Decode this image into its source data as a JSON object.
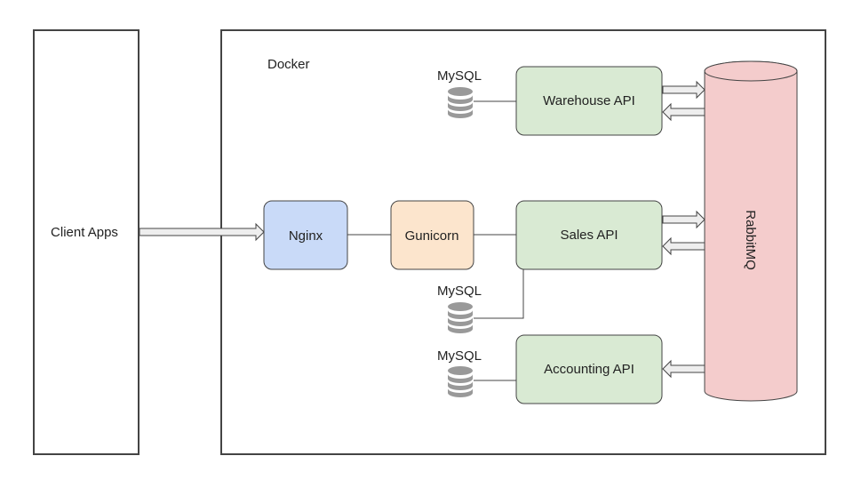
{
  "client": {
    "label": "Client Apps"
  },
  "docker": {
    "label": "Docker"
  },
  "nginx": {
    "label": "Nginx"
  },
  "gunicorn": {
    "label": "Gunicorn"
  },
  "services": {
    "warehouse": {
      "label": "Warehouse API"
    },
    "sales": {
      "label": "Sales API"
    },
    "accounting": {
      "label": "Accounting API"
    }
  },
  "databases": {
    "warehouse_db": {
      "label": "MySQL"
    },
    "sales_db": {
      "label": "MySQL"
    },
    "accounting_db": {
      "label": "MySQL"
    }
  },
  "queue": {
    "label": "RabbitMQ"
  },
  "colors": {
    "border": "#444444",
    "nginx_fill": "#c9daf8",
    "gunicorn_fill": "#fce5cd",
    "api_fill": "#d9ead3",
    "queue_fill": "#f4cccc",
    "db_fill": "#999999",
    "arrow_fill": "#eeeeee"
  },
  "icons": {
    "database": "database-icon",
    "arrow": "hollow-arrow"
  }
}
